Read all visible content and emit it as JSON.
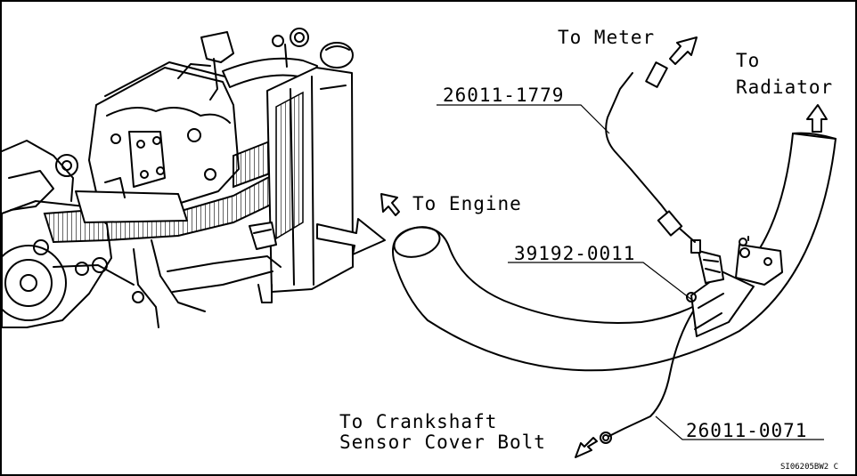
{
  "labels": {
    "to_meter": "To Meter",
    "to_radiator_line1": "To",
    "to_radiator_line2": "Radiator",
    "to_engine": "To Engine",
    "to_crankshaft_line1": "To Crankshaft",
    "to_crankshaft_line2": "Sensor Cover Bolt"
  },
  "part_numbers": {
    "lead_upper": "26011-1779",
    "switch": "39192-0011",
    "lead_lower": "26011-0071"
  },
  "figure_code": "SI06205BW2 C"
}
